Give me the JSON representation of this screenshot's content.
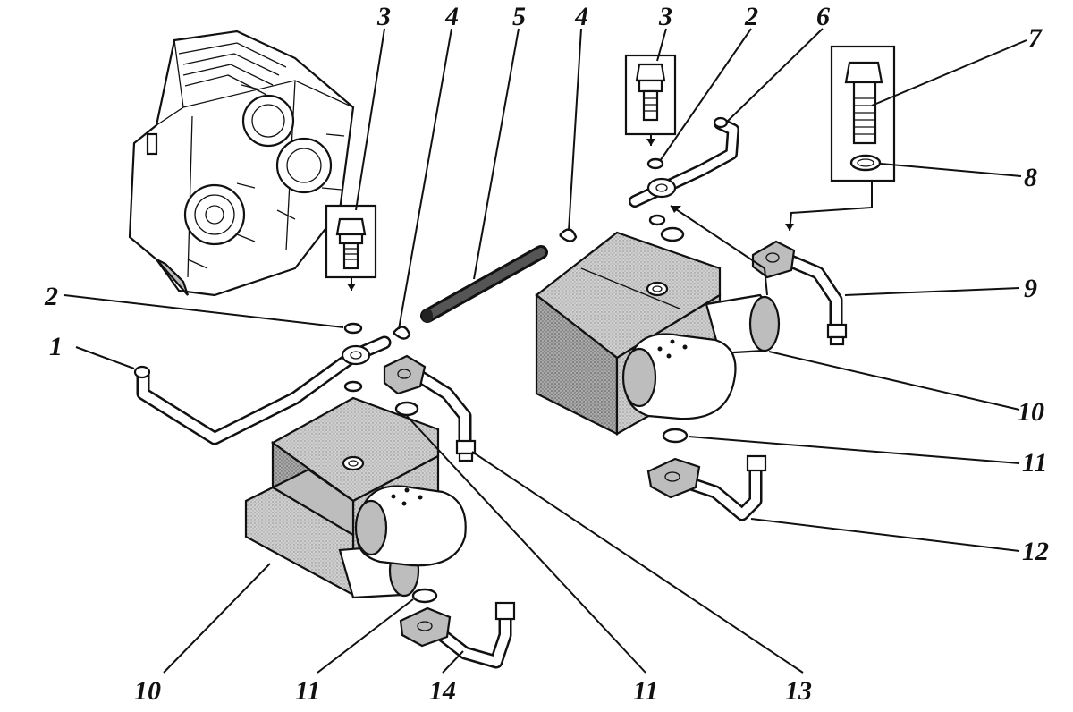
{
  "diagram": {
    "callouts": [
      {
        "id": "c1",
        "label": "1"
      },
      {
        "id": "c2a",
        "label": "2"
      },
      {
        "id": "c2b",
        "label": "2"
      },
      {
        "id": "c3a",
        "label": "3"
      },
      {
        "id": "c3b",
        "label": "3"
      },
      {
        "id": "c4a",
        "label": "4"
      },
      {
        "id": "c4b",
        "label": "4"
      },
      {
        "id": "c5",
        "label": "5"
      },
      {
        "id": "c6",
        "label": "6"
      },
      {
        "id": "c7",
        "label": "7"
      },
      {
        "id": "c8",
        "label": "8"
      },
      {
        "id": "c9",
        "label": "9"
      },
      {
        "id": "c10a",
        "label": "10"
      },
      {
        "id": "c10b",
        "label": "10"
      },
      {
        "id": "c11a",
        "label": "11"
      },
      {
        "id": "c11b",
        "label": "11"
      },
      {
        "id": "c11c",
        "label": "11"
      },
      {
        "id": "c12",
        "label": "12"
      },
      {
        "id": "c13",
        "label": "13"
      },
      {
        "id": "c14",
        "label": "14"
      }
    ]
  }
}
